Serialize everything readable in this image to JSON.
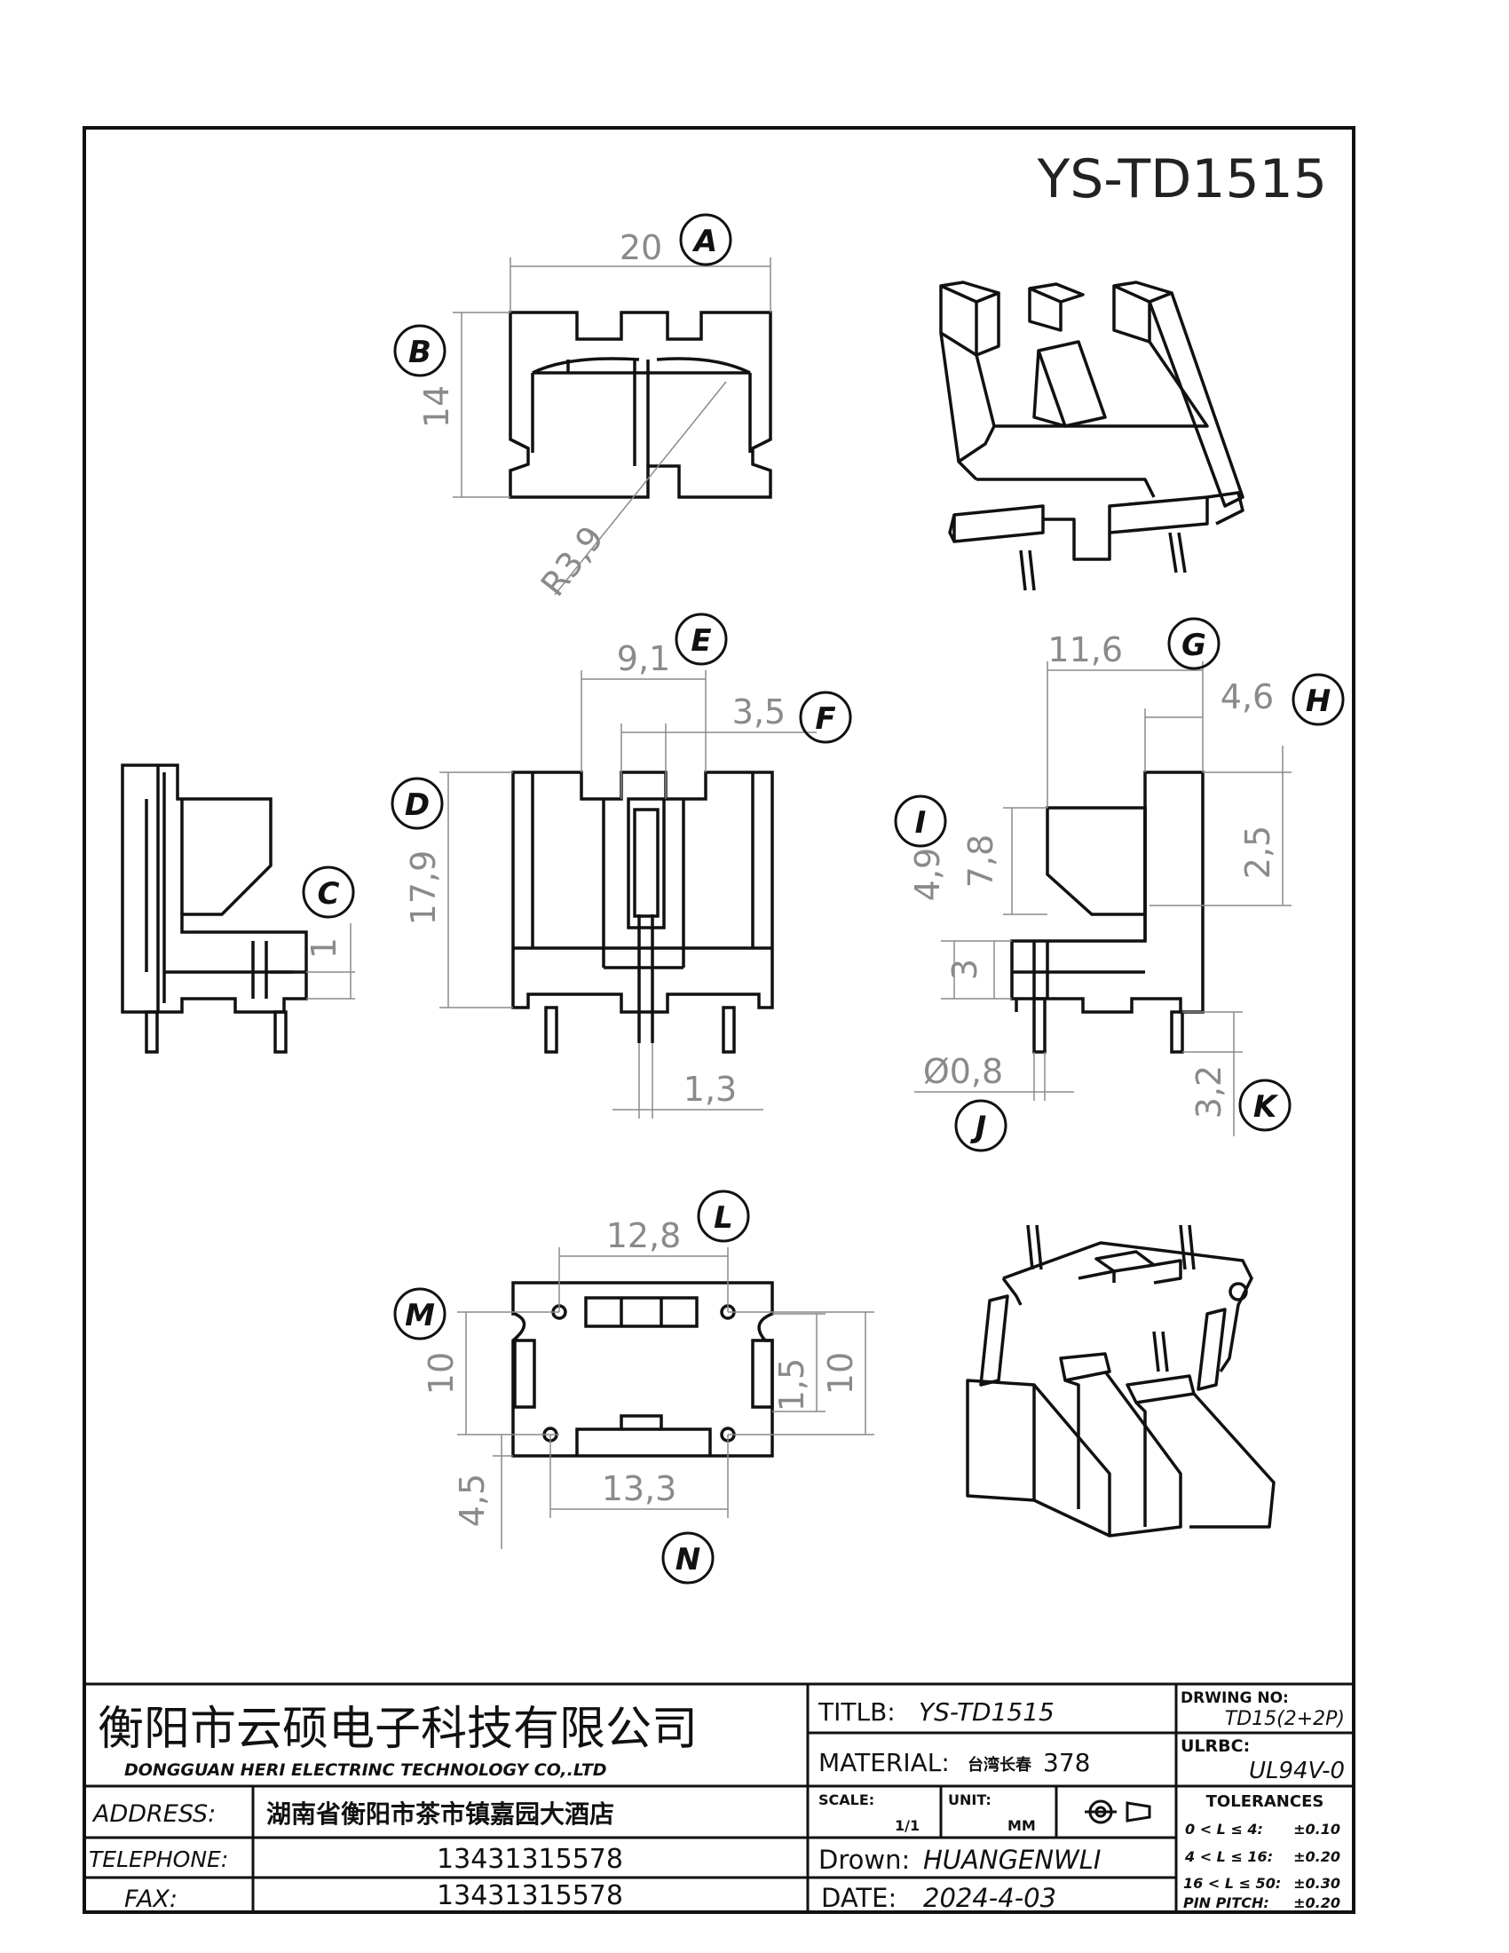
{
  "drawing": {
    "part_no": "YS-TD1515",
    "dims": {
      "A": "20",
      "B": "14",
      "R": "R3,9",
      "E": "9,1",
      "F": "3,5",
      "D": "17,9",
      "C": "1",
      "P": "1,3",
      "G": "11,6",
      "H": "4,6",
      "I": "4,9",
      "I2": "7,8",
      "I3": "2,5",
      "I4": "3",
      "J": "Ø0,8",
      "K": "3,2",
      "L": "12,8",
      "M": "10",
      "M2": "1,5",
      "M3": "10",
      "M4": "4,5",
      "N": "13,3"
    },
    "labels": [
      "A",
      "B",
      "C",
      "D",
      "E",
      "F",
      "G",
      "H",
      "I",
      "J",
      "K",
      "L",
      "M",
      "N"
    ]
  },
  "title_block": {
    "company_cn": "衡阳市云硕电子科技有限公司",
    "company_en": "DONGGUAN HERI ELECTRINC TECHNOLOGY CO,.LTD",
    "address_label": "ADDRESS:",
    "address": "湖南省衡阳市茶市镇嘉园大酒店",
    "telephone_label": "TELEPHONE:",
    "telephone": "13431315578",
    "fax_label": "FAX:",
    "fax": "13431315578",
    "title_label": "TITLB:",
    "title": "YS-TD1515",
    "material_label": "MATERIAL:",
    "material_cn": "台湾长春",
    "material": "378",
    "scale_label": "SCALE:",
    "scale": "1/1",
    "unit_label": "UNIT:",
    "unit": "MM",
    "drawn_label": "Drown:",
    "drawn": "HUANGENWLI",
    "date_label": "DATE:",
    "date": "2024-4-03",
    "drawing_no_label": "DRWING NO:",
    "drawing_no": "TD15(2+2P)",
    "ul_label": "ULRBC:",
    "ul": "UL94V-0",
    "tolerances_label": "TOLERANCES",
    "tolerances": [
      {
        "range": "0 < L ≤ 4:",
        "tol": "±0.10"
      },
      {
        "range": "4 < L ≤ 16:",
        "tol": "±0.20"
      },
      {
        "range": "16 < L ≤ 50:",
        "tol": "±0.30"
      },
      {
        "range": "PIN PITCH:",
        "tol": "±0.20"
      }
    ]
  }
}
